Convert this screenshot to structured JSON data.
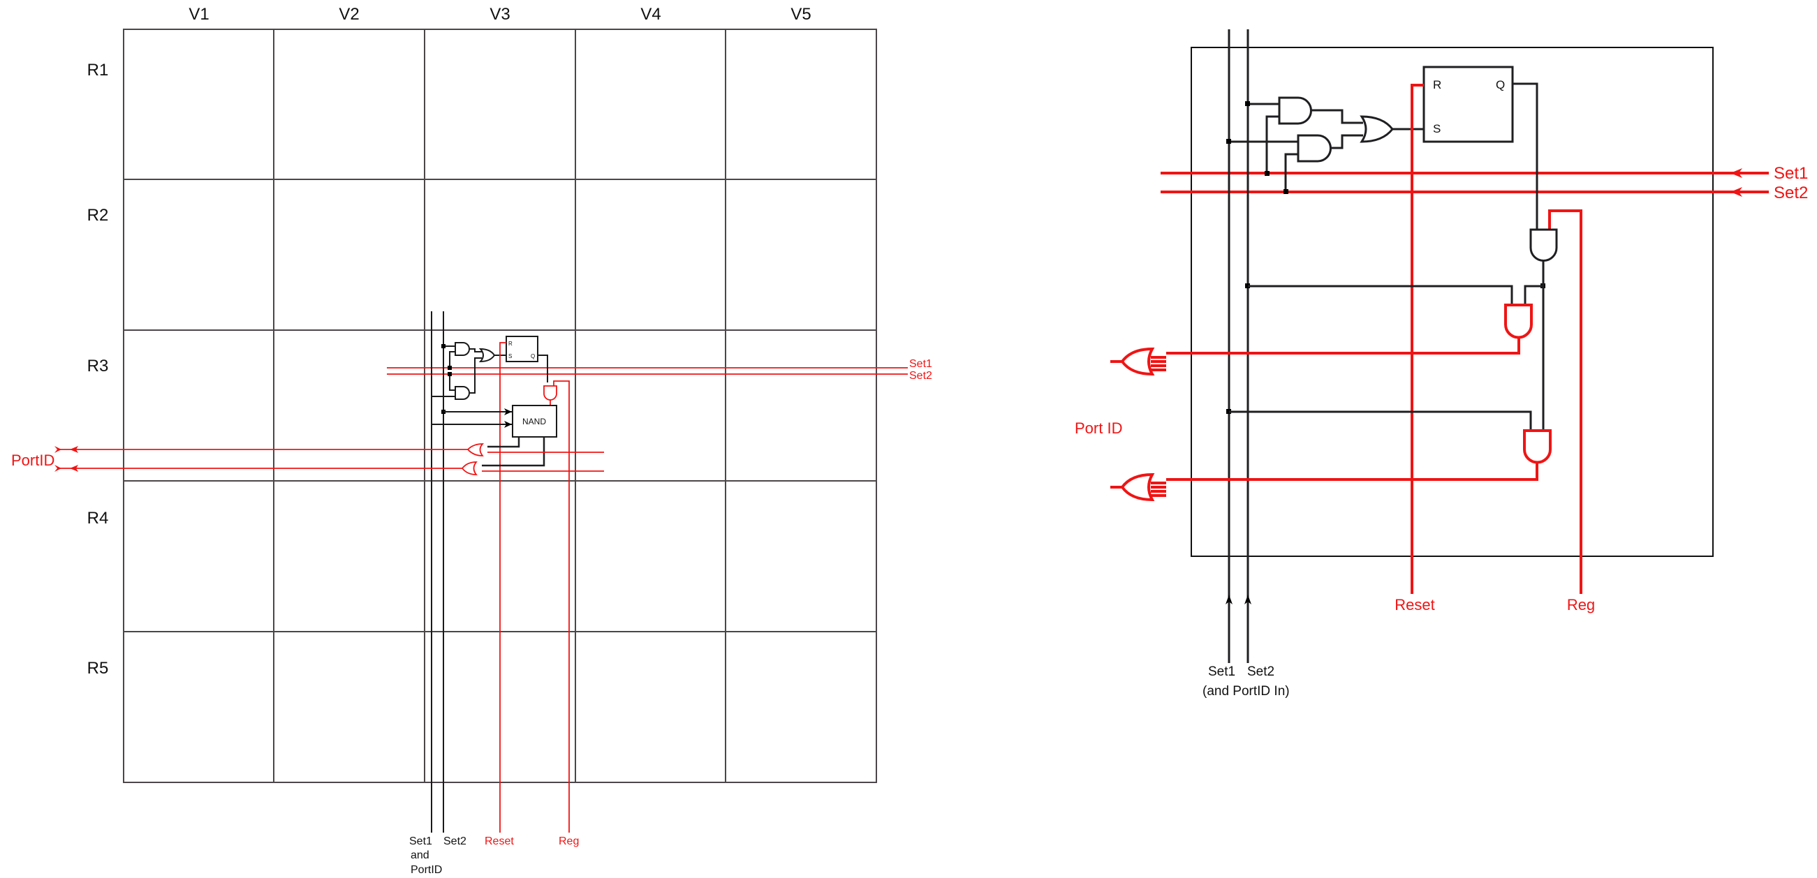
{
  "grid_diagram": {
    "columns": [
      "V1",
      "V2",
      "V3",
      "V4",
      "V5"
    ],
    "rows": [
      "R1",
      "R2",
      "R3",
      "R4",
      "R5"
    ],
    "right_inputs": [
      "Set1",
      "Set2"
    ],
    "left_output": "PortID",
    "bottom_labels": {
      "set1": [
        "Set1",
        "and",
        "PortID"
      ],
      "set2": "Set2",
      "reset": "Reset",
      "reg": "Reg"
    },
    "flipflop": {
      "r": "R",
      "s": "S",
      "q": "Q"
    },
    "nand_label": "NAND"
  },
  "detail_diagram": {
    "right_inputs": [
      "Set1",
      "Set2"
    ],
    "port_label": "Port ID",
    "flipflop": {
      "r": "R",
      "s": "S",
      "q": "Q"
    },
    "bottom_labels": {
      "reset": "Reset",
      "reg": "Reg",
      "set1": "Set1",
      "set2": "Set2",
      "note": "(and PortID In)"
    }
  },
  "colors": {
    "signal_red": "#f01414",
    "wire_black": "#1a1a1a",
    "grid_gray": "#4b4649"
  }
}
